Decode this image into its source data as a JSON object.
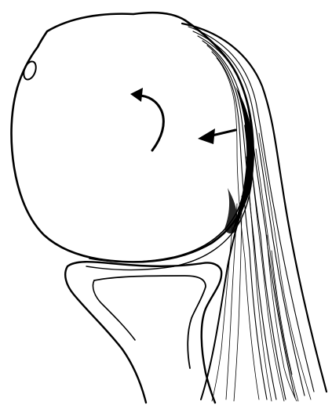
{
  "figure": {
    "description_label": "",
    "ink_color": "#000000",
    "paper_color": "#ffffff"
  },
  "elements": {
    "humeral_head": "humeral-head",
    "glenoid": "glenoid",
    "tendon": "tendon-fibers",
    "curved_arrow": "rotation-arrow-icon",
    "straight_arrow": "compression-arrow-icon"
  }
}
